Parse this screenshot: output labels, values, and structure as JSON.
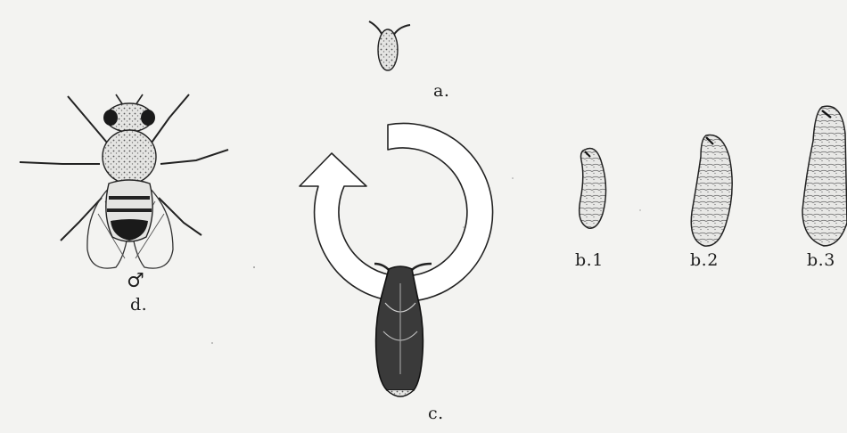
{
  "labels": {
    "a": "a.",
    "b1": "b.1",
    "b2": "b.2",
    "b3": "b.3",
    "c": "c.",
    "d": "d.",
    "male_symbol": "♂"
  },
  "colors": {
    "background": "#f3f3f1",
    "ink": "#1e1e1e",
    "arrow_fill": "#ffffff"
  },
  "icons": {
    "stage_a": "egg",
    "stage_b": "larva",
    "stage_c": "pupa",
    "stage_d": "adult-fly",
    "cycle": "circular-arrow"
  }
}
